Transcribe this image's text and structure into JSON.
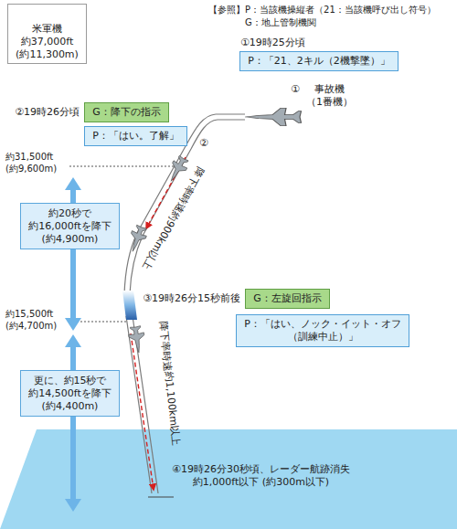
{
  "diagram": {
    "nodes": [
      {
        "text": [
          "米軍機 約37,000ft (約11,300m)"
        ]
      },
      {
        "text": [
          "①19時25分頃",
          "P：「21、2キル（2機撃墜）」"
        ]
      },
      {
        "text": [
          "②19時26分頃",
          "G：降下の指示"
        ]
      },
      {
        "text": [
          "P：「はい。了解」"
        ]
      },
      {
        "text": [
          "約20秒で 約16,000ftを降下 (約4,900m)"
        ]
      },
      {
        "text": [
          "③19時26分15秒前後",
          "G：左旋回指示"
        ]
      },
      {
        "text": [
          "P：「はい、ノック・イット・オフ （訓練中止）」"
        ]
      },
      {
        "text": [
          "更に、約15秒で 約14,500ftを降下 (約4,400m)"
        ]
      }
    ],
    "labels": [
      "【参照】P：当該機操縦者（21：当該機呼び出し符号）",
      "G：地上管制機関",
      "①",
      "事故機 （1番機）",
      "②",
      "約31,500ft (約9,600m)",
      "降下率時速約900km以上",
      "約15,500ft (約4,700m)",
      "降下率時速約1,100km以上",
      "④19時26分30秒頃、レーダー航跡消失 約1,000ft以下 (約300m以下)"
    ]
  }
}
